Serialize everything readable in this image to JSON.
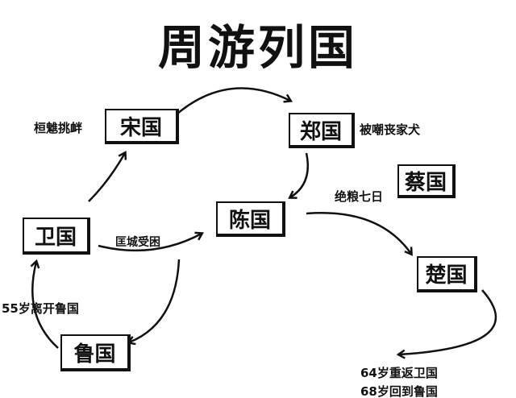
{
  "title": "周游列国",
  "states": {
    "song": "宋国",
    "zheng": "郑国",
    "cai": "蔡国",
    "chen": "陈国",
    "wei": "卫国",
    "chu": "楚国",
    "lu": "鲁国"
  },
  "events": {
    "song": "桓魋挑衅",
    "zheng": "被嘲丧家犬",
    "cai": "绝粮七日",
    "kuang": "匡城受困",
    "leave_lu": "55岁离开鲁国",
    "return_wei": "64岁重返卫国",
    "return_lu": "68岁回到鲁国"
  }
}
